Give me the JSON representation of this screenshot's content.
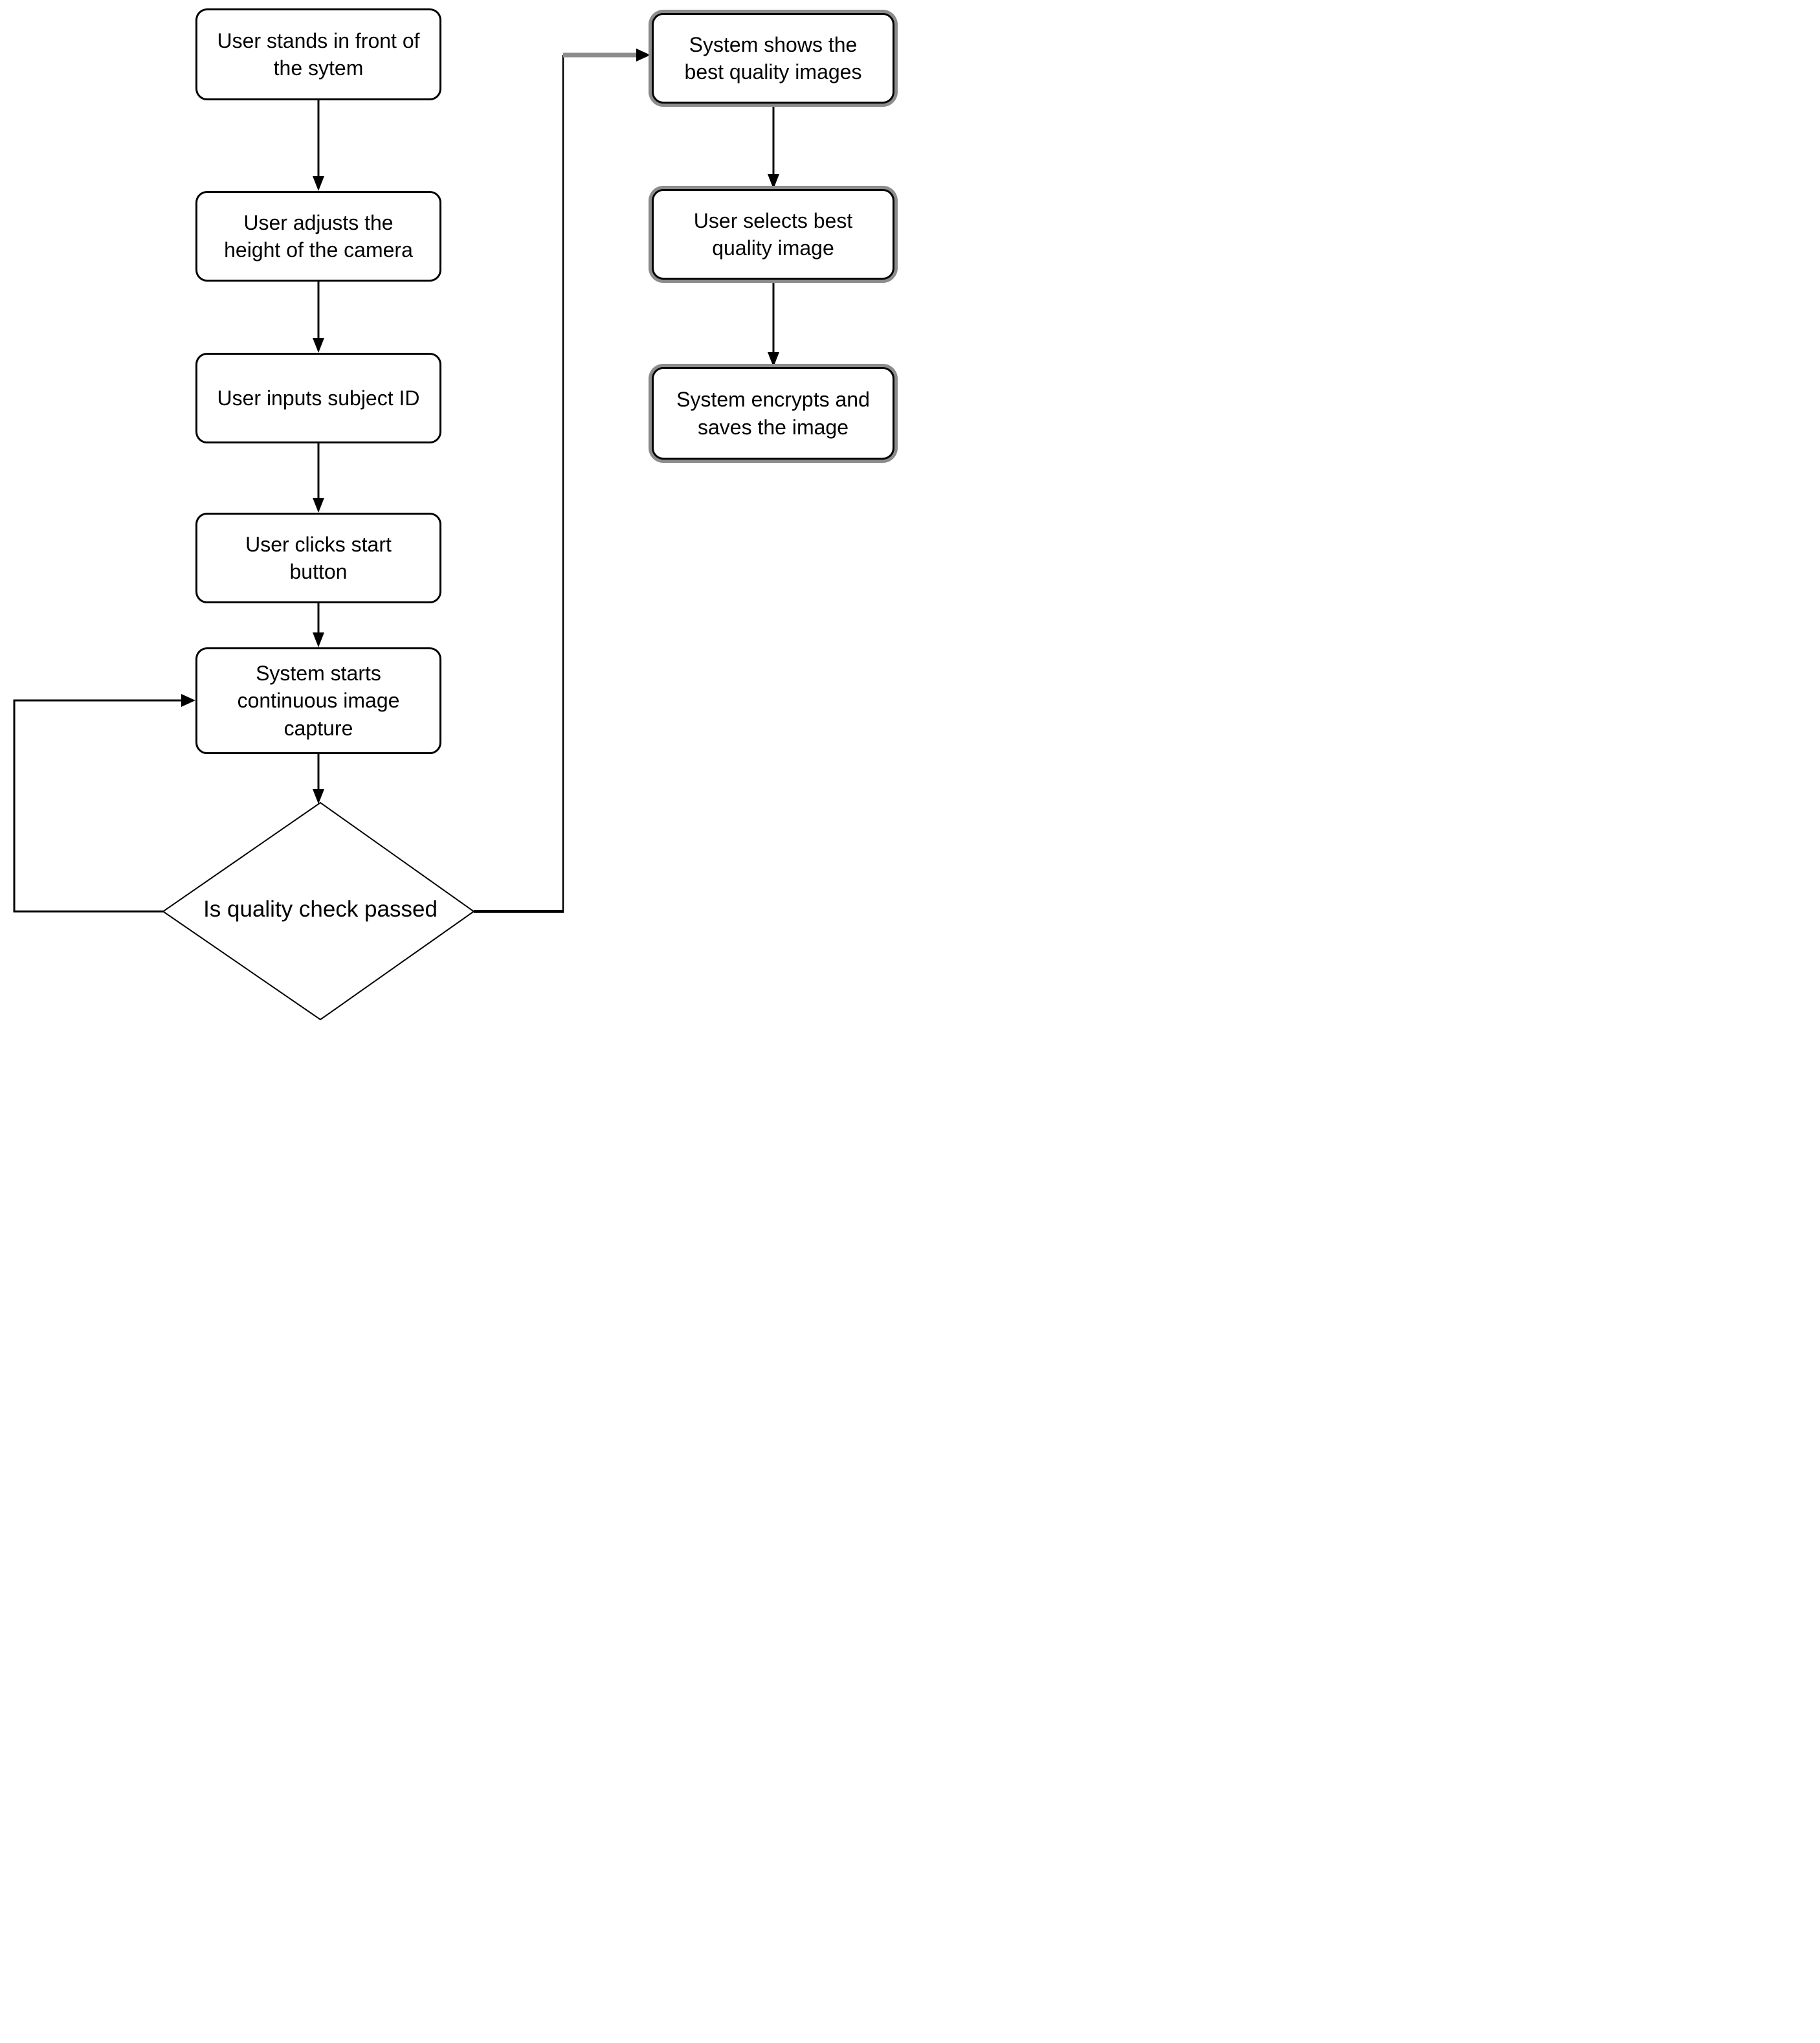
{
  "colors": {
    "background": "#ffffff",
    "stroke": "#000000",
    "accent_gray": "#8c8c8c",
    "text": "#000000"
  },
  "flowchart": {
    "left_column": [
      {
        "label": "User stands in front of\nthe sytem"
      },
      {
        "label": "User adjusts the\nheight of the camera"
      },
      {
        "label": "User inputs subject ID"
      },
      {
        "label": "User clicks start\nbutton"
      },
      {
        "label": "System starts\ncontinuous image\ncapture"
      }
    ],
    "decision": {
      "label": "Is quality check passed"
    },
    "right_column": [
      {
        "label": "System shows the\nbest quality images"
      },
      {
        "label": "User selects best\nquality image"
      },
      {
        "label": "System encrypts and\nsaves the image"
      }
    ]
  }
}
